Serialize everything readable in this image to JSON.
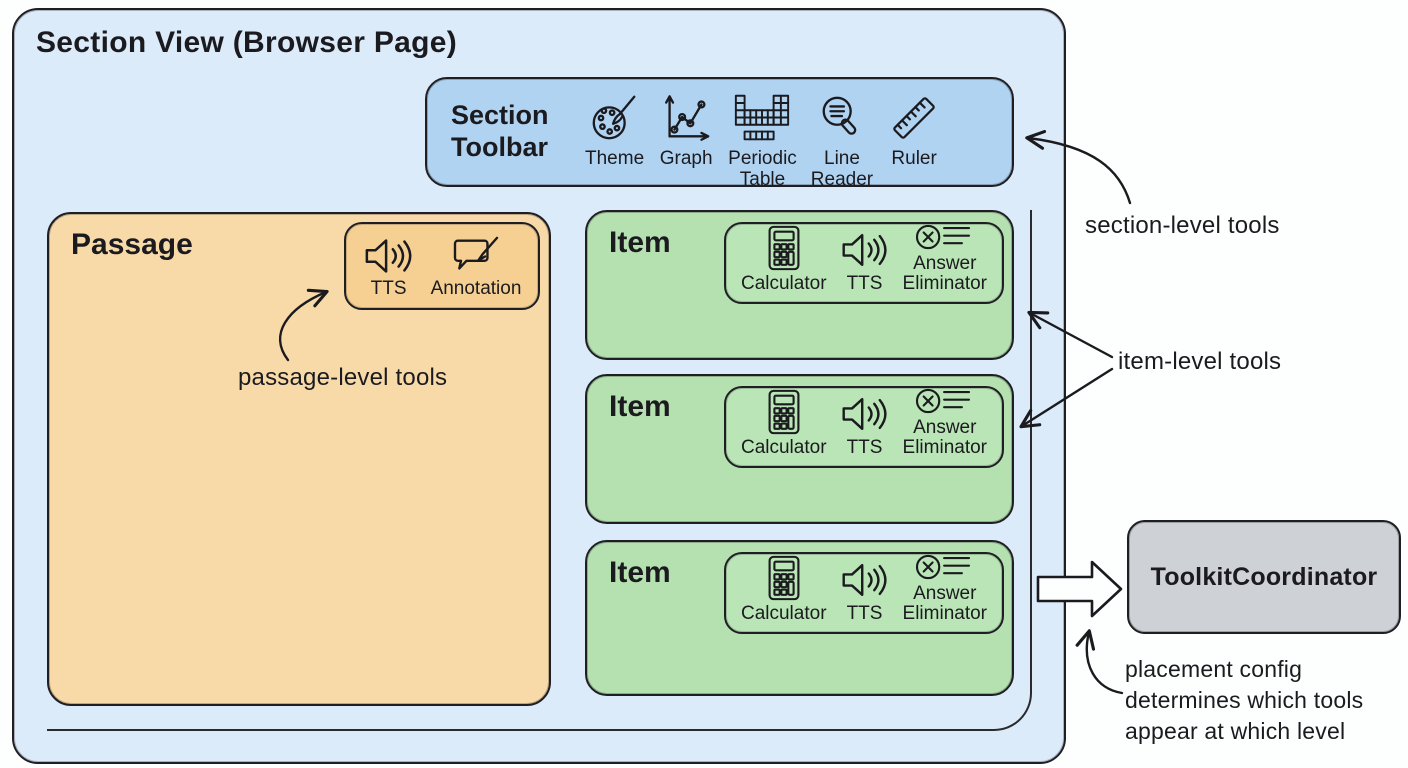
{
  "page": {
    "title": "Section View (Browser Page)"
  },
  "section_toolbar": {
    "title": "Section\nToolbar",
    "tools": [
      {
        "name": "theme",
        "label": "Theme"
      },
      {
        "name": "graph",
        "label": "Graph"
      },
      {
        "name": "periodic-table",
        "label": "Periodic\nTable"
      },
      {
        "name": "line-reader",
        "label": "Line\nReader"
      },
      {
        "name": "ruler",
        "label": "Ruler"
      }
    ]
  },
  "passage": {
    "title": "Passage",
    "tools": [
      {
        "name": "tts",
        "label": "TTS"
      },
      {
        "name": "annotation",
        "label": "Annotation"
      }
    ]
  },
  "items": [
    {
      "title": "Item"
    },
    {
      "title": "Item"
    },
    {
      "title": "Item"
    }
  ],
  "item_tools": [
    {
      "name": "calculator",
      "label": "Calculator"
    },
    {
      "name": "tts",
      "label": "TTS"
    },
    {
      "name": "answer-eliminator",
      "label": "Answer\nEliminator"
    }
  ],
  "coordinator": {
    "label": "ToolkitCoordinator"
  },
  "annotations": {
    "section_level": "section-level tools",
    "passage_level": "passage-level tools",
    "item_level": "item-level tools",
    "placement": "placement config\ndetermines which tools\nappear at which level"
  },
  "colors": {
    "container_blue": "#dcebf9",
    "toolbar_blue": "#b0d3f2",
    "passage_orange": "#f8daa9",
    "passage_toolbar_orange": "#f6d092",
    "item_green": "#b5e1b1",
    "item_toolbar_green": "#bae5b6",
    "coordinator_gray": "#ced1d5",
    "ink": "#1b1b1f"
  }
}
